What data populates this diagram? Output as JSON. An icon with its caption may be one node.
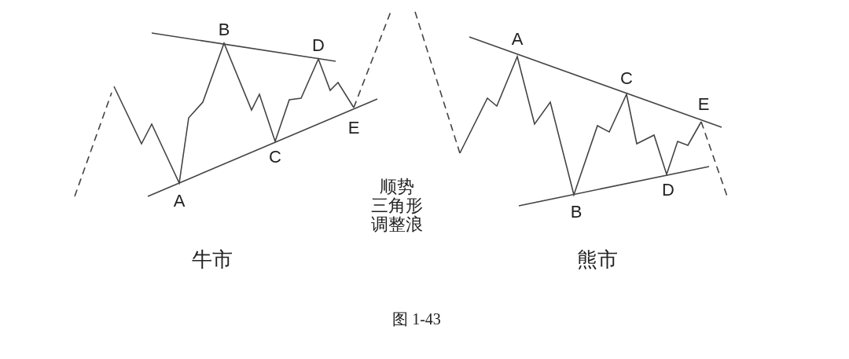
{
  "diagram": {
    "caption": "图 1-43",
    "labels": [
      "B",
      "D",
      "E",
      "C",
      "A",
      "A",
      "C",
      "E",
      "D",
      "B",
      "顺势",
      "三角形",
      "调整浪",
      "牛市",
      "熊市"
    ]
  }
}
